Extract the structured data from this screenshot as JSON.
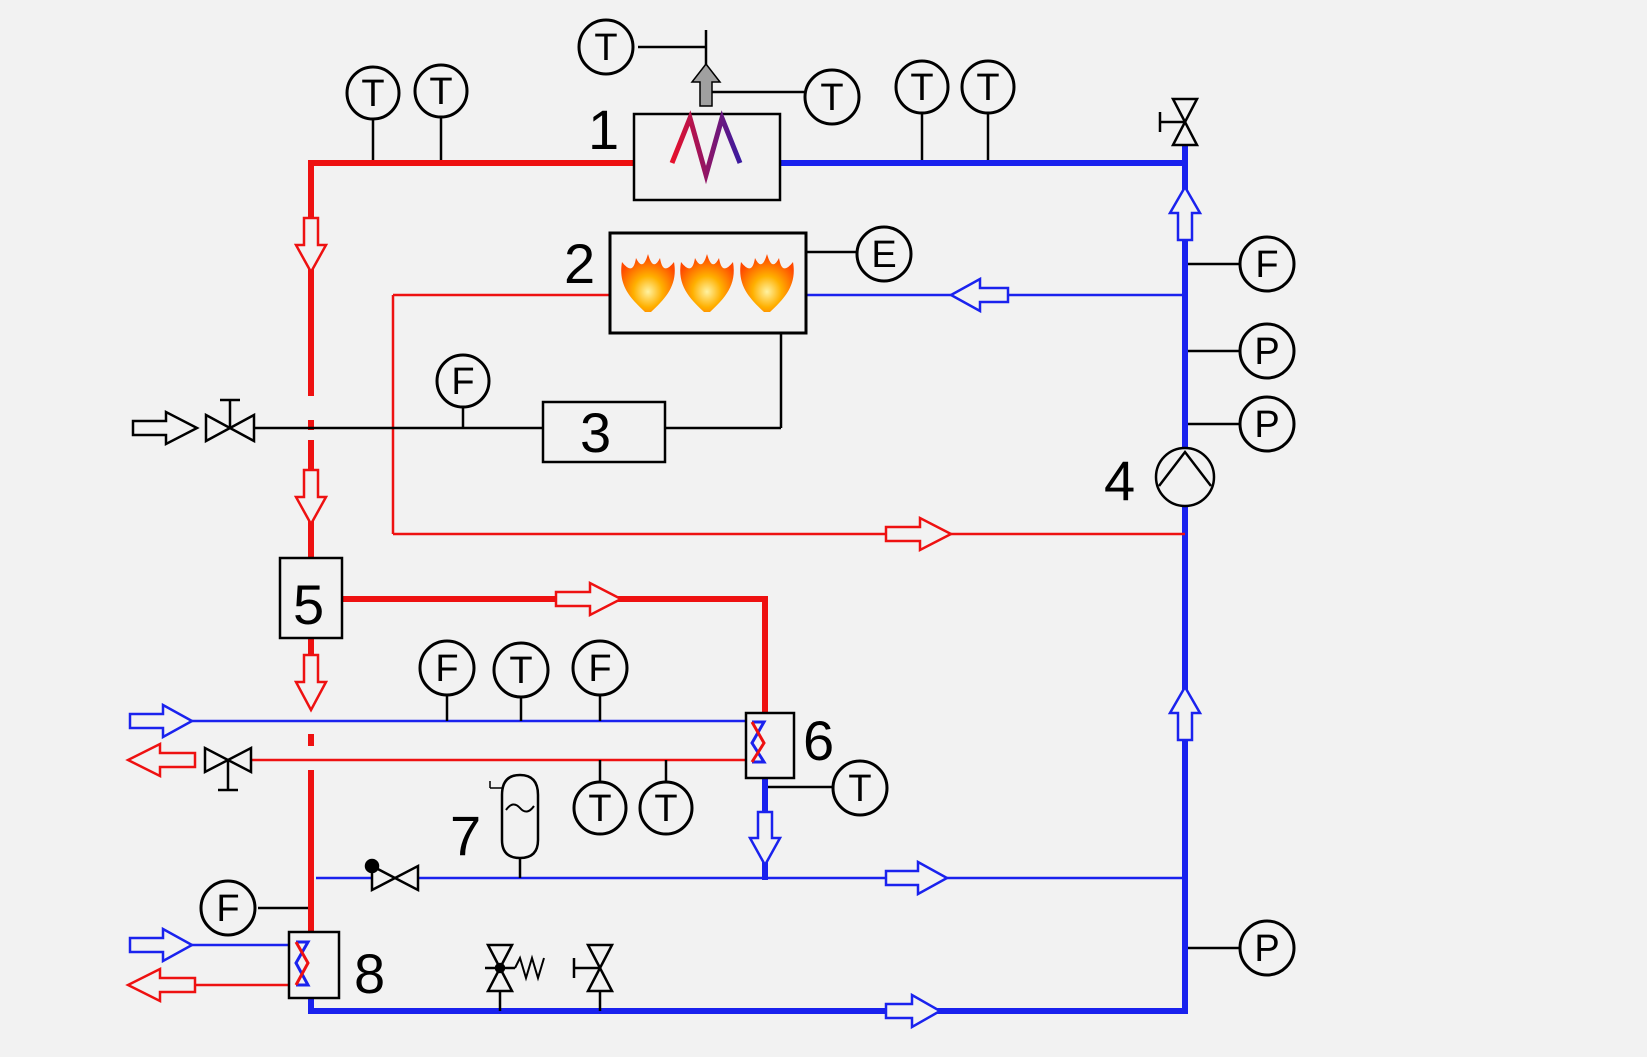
{
  "components": {
    "c1": "1",
    "c2": "2",
    "c3": "3",
    "c4": "4",
    "c5": "5",
    "c6": "6",
    "c7": "7",
    "c8": "8"
  },
  "instruments": {
    "temperature": "T",
    "flow": "F",
    "pressure": "P",
    "energy": "E"
  },
  "colors": {
    "hot": "#ee1111",
    "cold": "#1a22ee",
    "neutral": "#000000",
    "background": "#f2f2f2",
    "flame": "#ff7a00",
    "exhaust": "#a0a0a0"
  }
}
